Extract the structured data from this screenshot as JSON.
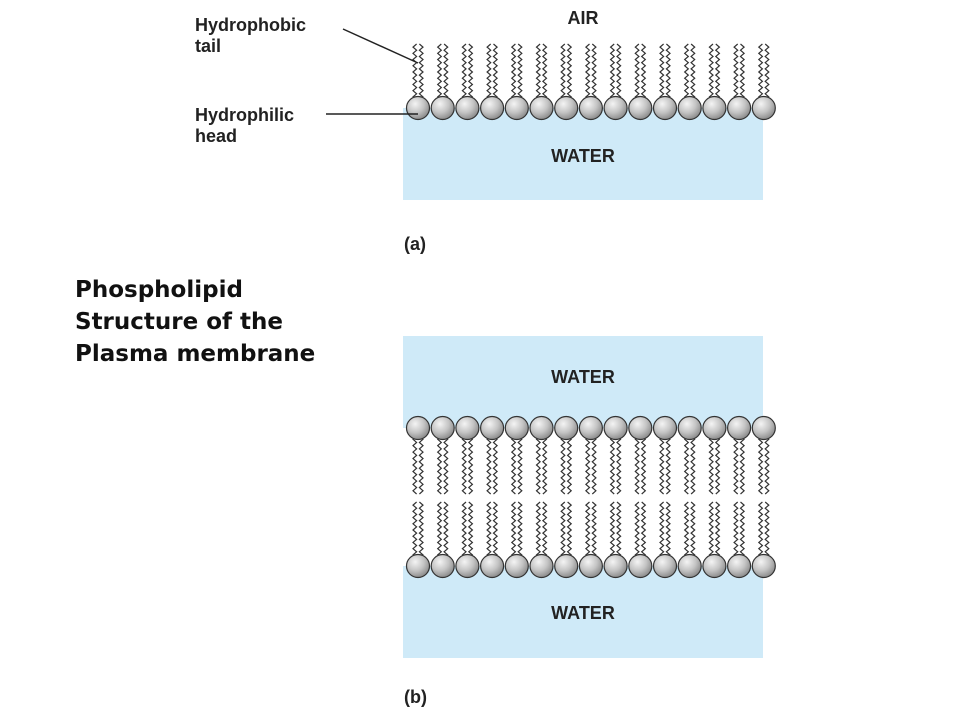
{
  "title": {
    "lines": [
      "Phospholipid",
      "Structure of the",
      "Plasma membrane"
    ]
  },
  "diagram_a": {
    "top_region": "AIR",
    "bottom_region": "WATER",
    "panel_label": "(a)",
    "callout_tail_line1": "Hydrophobic",
    "callout_tail_line2": "tail",
    "callout_head_line1": "Hydrophilic",
    "callout_head_line2": "head"
  },
  "diagram_b": {
    "top_region": "WATER",
    "bottom_region": "WATER",
    "panel_label": "(b)"
  },
  "colors": {
    "water": "#cfeaf8",
    "head_fill": "#c8c8c8",
    "outline": "#333333"
  }
}
